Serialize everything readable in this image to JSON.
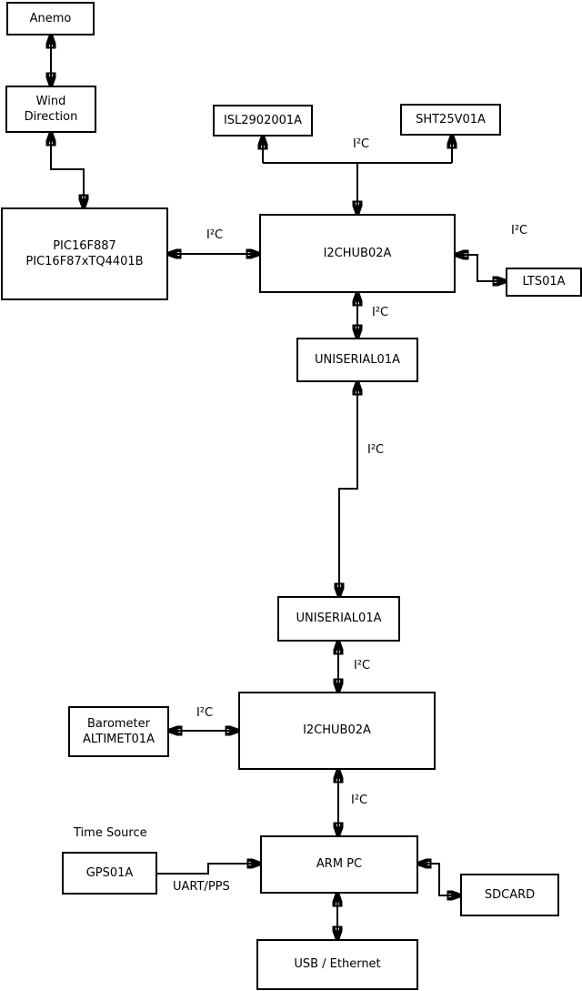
{
  "nodes": {
    "anemo": {
      "label": "Anemo"
    },
    "wind_direction": {
      "label": "Wind\nDirection"
    },
    "pic": {
      "label": "PIC16F887\nPIC16F87xTQ4401B"
    },
    "isl": {
      "label": "ISL2902001A"
    },
    "sht": {
      "label": "SHT25V01A"
    },
    "i2chub_top": {
      "label": "I2CHUB02A"
    },
    "lts": {
      "label": "LTS01A"
    },
    "uniserial_top": {
      "label": "UNISERIAL01A"
    },
    "uniserial_bottom": {
      "label": "UNISERIAL01A"
    },
    "barometer": {
      "label": "Barometer\nALTIMET01A"
    },
    "i2chub_bottom": {
      "label": "I2CHUB02A"
    },
    "gps": {
      "label": "GPS01A"
    },
    "arm_pc": {
      "label": "ARM PC"
    },
    "sdcard": {
      "label": "SDCARD"
    },
    "usb_ethernet": {
      "label": "USB / Ethernet"
    }
  },
  "edge_labels": {
    "pic_i2chub": "I²C",
    "i2chub_sensors": "I²C",
    "i2chub_lts": "I²C",
    "i2chub_uniserial": "I²C",
    "uniserial_chain": "I²C",
    "uniserial_i2chub2": "I²C",
    "barometer_i2chub2": "I²C",
    "i2chub2_armpc": "I²C",
    "gps_armpc": "UART/PPS"
  },
  "annotations": {
    "time_source": "Time Source"
  },
  "edges": [
    {
      "from": "anemo",
      "to": "wind_direction",
      "label": "",
      "arrows": "both"
    },
    {
      "from": "wind_direction",
      "to": "pic",
      "label": "",
      "arrows": "both"
    },
    {
      "from": "pic",
      "to": "i2chub_top",
      "label": "I²C",
      "arrows": "both"
    },
    {
      "from": "i2chub_top",
      "to": "isl",
      "label": "I²C",
      "arrows": "both"
    },
    {
      "from": "i2chub_top",
      "to": "sht",
      "label": "I²C",
      "arrows": "both"
    },
    {
      "from": "i2chub_top",
      "to": "lts",
      "label": "I²C",
      "arrows": "both"
    },
    {
      "from": "i2chub_top",
      "to": "uniserial_top",
      "label": "I²C",
      "arrows": "both"
    },
    {
      "from": "uniserial_top",
      "to": "uniserial_bottom",
      "label": "I²C",
      "arrows": "both"
    },
    {
      "from": "uniserial_bottom",
      "to": "i2chub_bottom",
      "label": "I²C",
      "arrows": "both"
    },
    {
      "from": "barometer",
      "to": "i2chub_bottom",
      "label": "I²C",
      "arrows": "both"
    },
    {
      "from": "i2chub_bottom",
      "to": "arm_pc",
      "label": "I²C",
      "arrows": "both"
    },
    {
      "from": "gps",
      "to": "arm_pc",
      "label": "UART/PPS",
      "arrows": "to"
    },
    {
      "from": "arm_pc",
      "to": "sdcard",
      "label": "",
      "arrows": "both"
    },
    {
      "from": "arm_pc",
      "to": "usb_ethernet",
      "label": "",
      "arrows": "both"
    }
  ],
  "colors": {
    "background": "#ffffff",
    "line": "#000000",
    "node_fill": "#ffffff",
    "text": "#000000"
  }
}
